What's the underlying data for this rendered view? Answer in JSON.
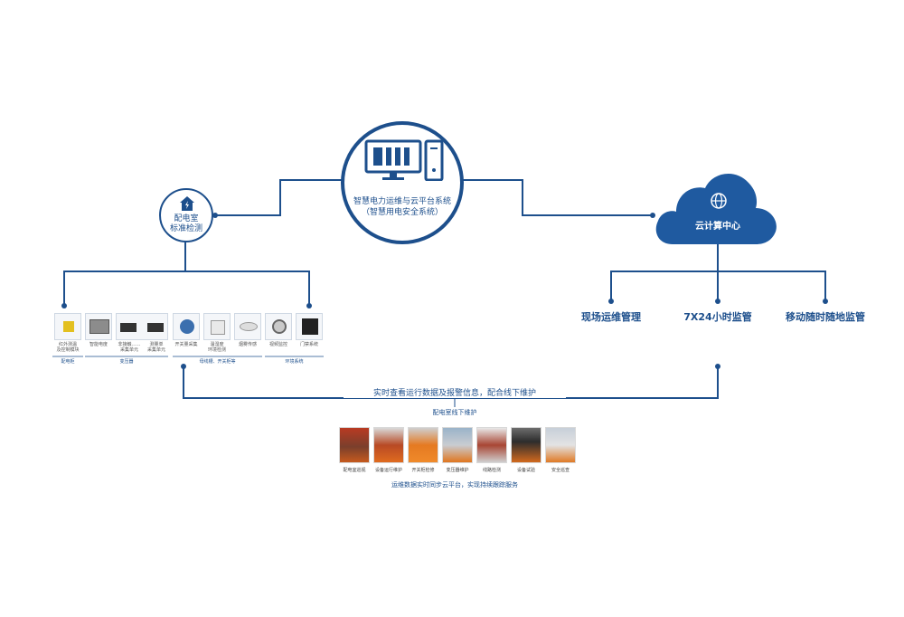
{
  "center": {
    "title_line1": "智慧电力运维与云平台系统",
    "title_line2": "（智慧用电安全系统）",
    "icon": "computer-monitor-icon"
  },
  "left_node": {
    "label_line1": "配电室",
    "label_line2": "标准检测",
    "icon": "house-lightning-icon"
  },
  "cloud": {
    "label": "云计算中心",
    "icon": "globe-icon"
  },
  "services": [
    {
      "label": "现场运维管理"
    },
    {
      "label": "7X24小时监管"
    },
    {
      "label": "移动随时随地监管"
    }
  ],
  "devices": [
    {
      "label1": "红外测温",
      "label2": "及控制模块",
      "icon": "sensor-icon"
    },
    {
      "label1": "智能电度",
      "label2": "",
      "icon": "meter-icon"
    },
    {
      "label1": "非接触……",
      "label2": "采集单元",
      "icon": "collector-icon"
    },
    {
      "label1": "测量单",
      "label2": "采集单元",
      "icon": "collector-icon"
    },
    {
      "label1": "开关量采集",
      "label2": "",
      "icon": "switch-icon"
    },
    {
      "label1": "温湿度",
      "label2": "环境检测",
      "icon": "humidity-icon"
    },
    {
      "label1": "烟雾传感",
      "label2": "",
      "icon": "smoke-icon"
    },
    {
      "label1": "视频监控",
      "label2": "",
      "icon": "camera-icon"
    },
    {
      "label1": "门禁系统",
      "label2": "",
      "icon": "access-icon"
    }
  ],
  "device_groups": [
    {
      "label": "配电柜"
    },
    {
      "label": "变压器"
    },
    {
      "label": "母线槽、开关柜等"
    },
    {
      "label": "环境系统"
    }
  ],
  "bottom_bar_text": "实时查看运行数据及报警信息，配合线下维护",
  "offline_title": "配电室线下维护",
  "photos": [
    {
      "caption": "配电室巡视"
    },
    {
      "caption": "设备运行维护"
    },
    {
      "caption": "开关柜检修"
    },
    {
      "caption": "变压器维护"
    },
    {
      "caption": "线路检测"
    },
    {
      "caption": "设备试验"
    },
    {
      "caption": "安全巡查"
    }
  ],
  "footer_text": "运维数据实时同步云平台，实现持续跟踪服务",
  "colors": {
    "primary": "#1d4f8c",
    "cloud": "#1f5aa0",
    "line": "#1d4f8c"
  }
}
